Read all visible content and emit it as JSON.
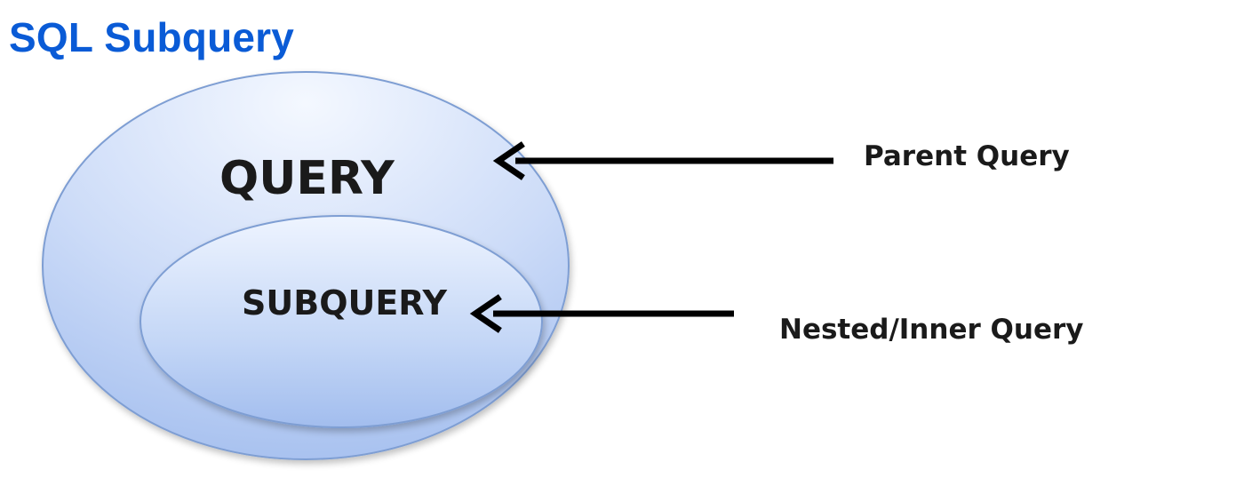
{
  "title": "SQL Subquery",
  "diagram": {
    "outer_label": "QUERY",
    "inner_label": "SUBQUERY",
    "parent_label": "Parent Query",
    "nested_label": "Nested/Inner Query"
  },
  "colors": {
    "title": "#0a5bd6",
    "ellipse_fill_light": "#eef4ff",
    "ellipse_fill_dark": "#a9c4f2",
    "ellipse_stroke": "#7e9ed3",
    "arrow": "#000000",
    "text": "#1a1a1a"
  }
}
